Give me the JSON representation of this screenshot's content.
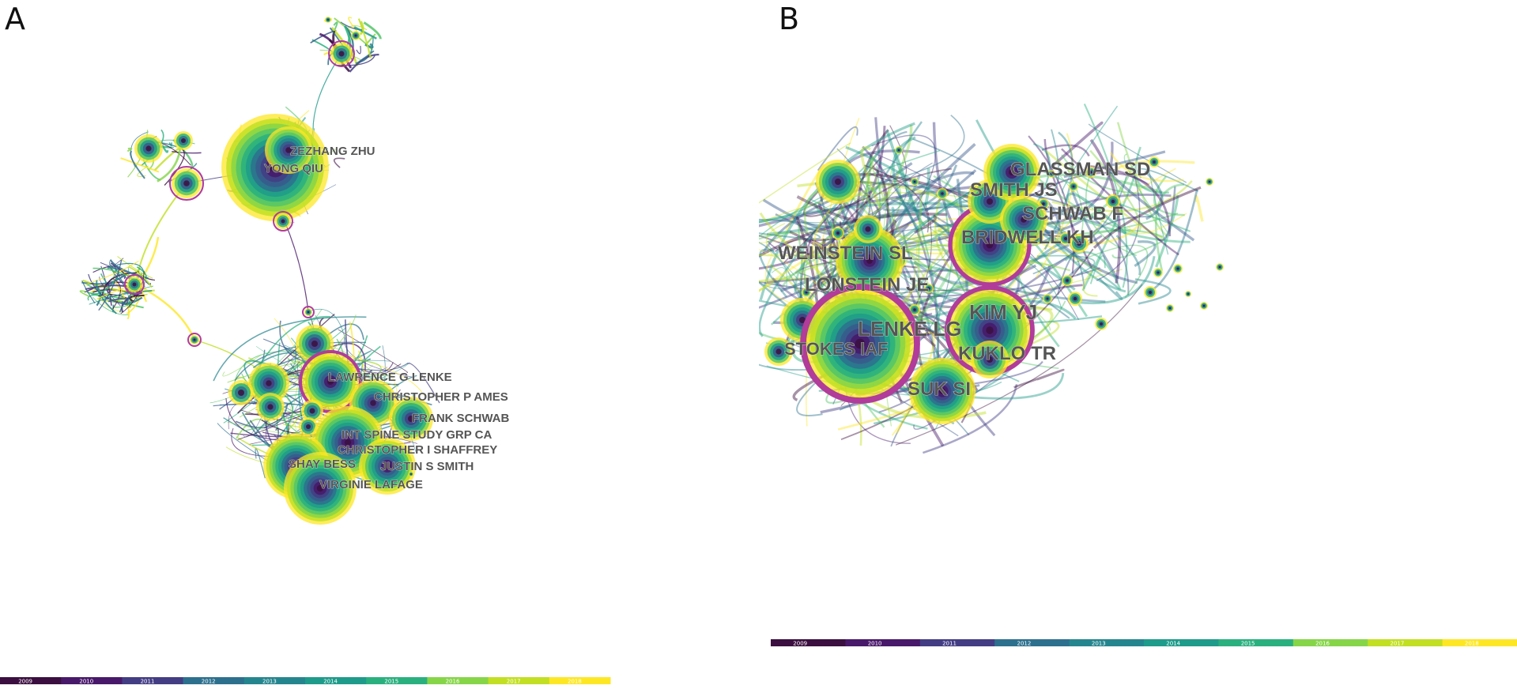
{
  "panels": [
    {
      "letter": "A",
      "timeline": [
        "2009",
        "2010",
        "2011",
        "2012",
        "2013",
        "2014",
        "2015",
        "2016",
        "2017",
        "2018"
      ],
      "labels": [
        "ZEZHANG ZHU",
        "YONG QIU",
        "LAWRENCE G LENKE",
        "CHRISTOPHER P AMES",
        "FRANK SCHWAB",
        "INT SPINE STUDY GRP CA",
        "CHRISTOPHER I SHAFFREY",
        "SHAY BESS",
        "JUSTIN S SMITH",
        "VIRGINIE LAFAGE"
      ]
    },
    {
      "letter": "B",
      "timeline": [
        "2009",
        "2010",
        "2011",
        "2012",
        "2013",
        "2014",
        "2015",
        "2016",
        "2017",
        "2018"
      ],
      "labels": [
        "GLASSMAN SD",
        "SMITH JS",
        "SCHWAB F",
        "BRIDWELL KH",
        "WEINSTEIN SL",
        "LONSTEIN JE",
        "KIM YJ",
        "LENKE LG",
        "STOKES IAF",
        "KUKLO TR",
        "SUK SI"
      ]
    }
  ],
  "colors": {
    "timeline": [
      "#3b0f3f",
      "#48186a",
      "#433d84",
      "#38598c",
      "#2d708e",
      "#25858e",
      "#1e9b8a",
      "#2ab07f",
      "#52c569",
      "#86d549",
      "#c2df23",
      "#fde725"
    ],
    "burst_ring": "#b13c9a",
    "label": "#555555"
  }
}
